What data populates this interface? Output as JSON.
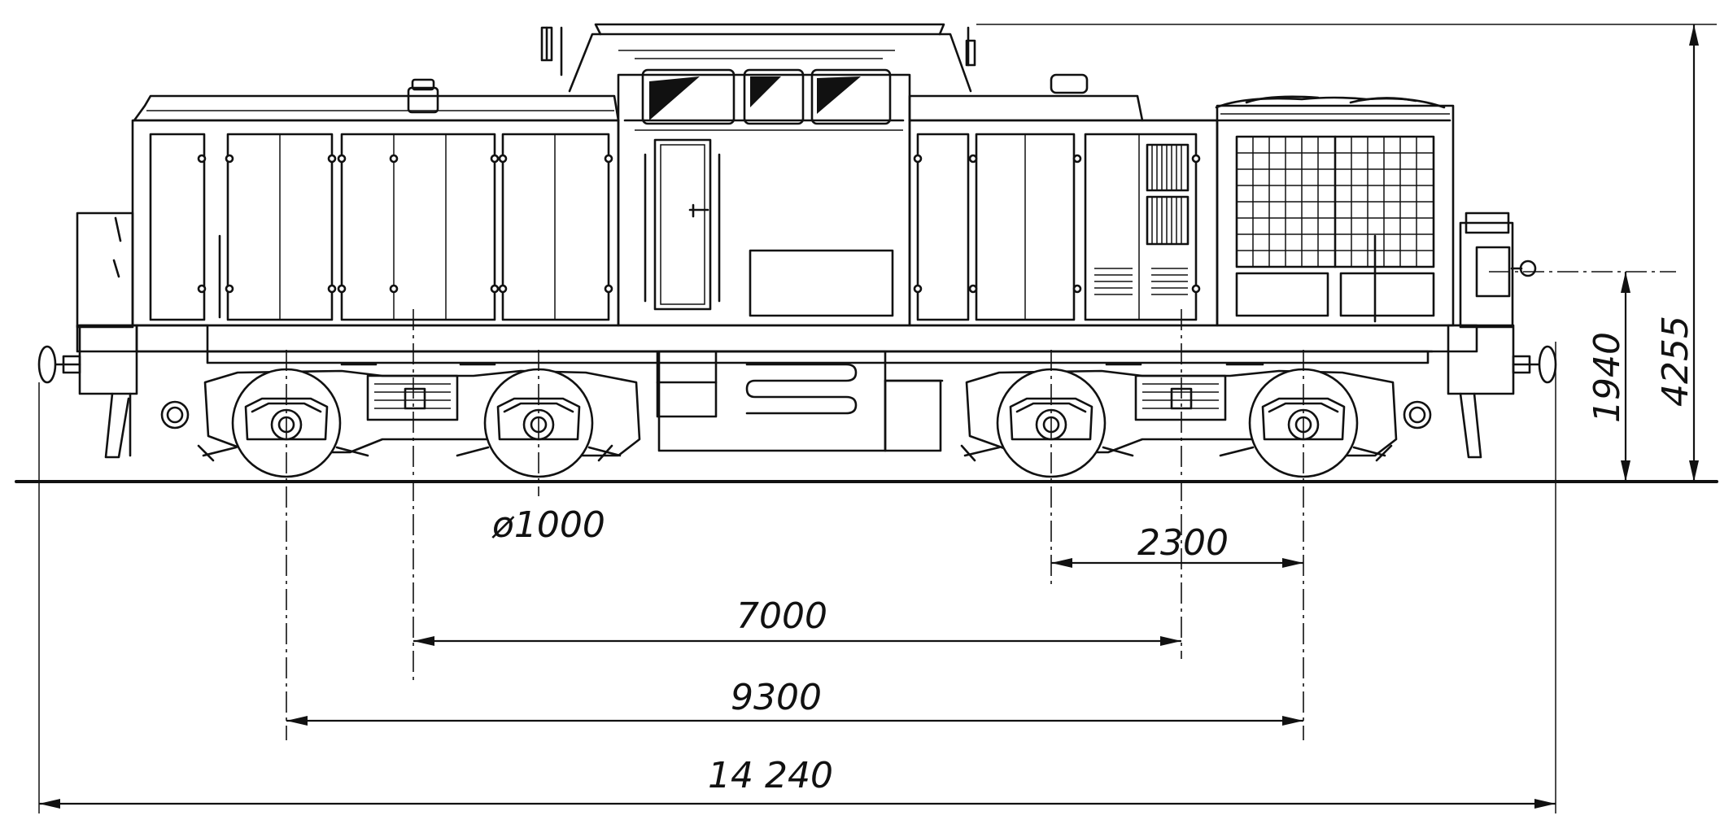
{
  "dimensions": {
    "wheel_diameter": "ø1000",
    "bogie_wheelbase": "2300",
    "bogie_pivot_distance": "7000",
    "outer_wheelbase": "9300",
    "length_over_buffers": "14 240",
    "buffer_height": "1940",
    "overall_height": "4255"
  }
}
